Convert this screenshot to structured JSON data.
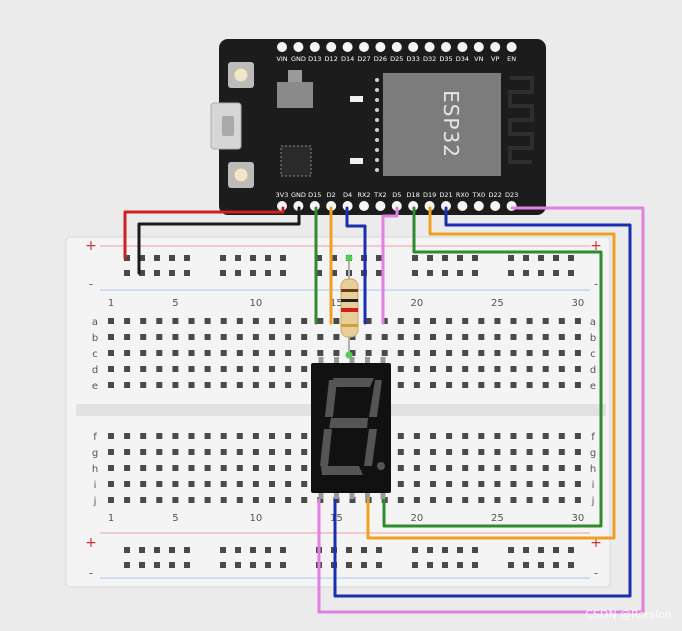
{
  "esp32": {
    "chip_label": "ESP32",
    "top_pins": [
      "VIN",
      "GND",
      "D13",
      "D12",
      "D14",
      "D27",
      "D26",
      "D25",
      "D33",
      "D32",
      "D35",
      "D34",
      "VN",
      "VP",
      "EN"
    ],
    "bottom_pins": [
      "3V3",
      "GND",
      "D15",
      "D2",
      "D4",
      "RX2",
      "TX2",
      "D5",
      "D18",
      "D19",
      "D21",
      "RX0",
      "TX0",
      "D22",
      "D23"
    ]
  },
  "breadboard": {
    "row_letters_top": [
      "a",
      "b",
      "c",
      "d",
      "e"
    ],
    "row_letters_bottom": [
      "f",
      "g",
      "h",
      "i",
      "j"
    ],
    "column_numbers": [
      "1",
      "5",
      "10",
      "15",
      "20",
      "25",
      "30"
    ],
    "plus_sign": "+",
    "minus_sign": "-"
  },
  "display": {
    "digit": "8"
  },
  "watermark": "CSDN @Rorsion",
  "colors": {
    "background": "#ebebeb",
    "board": "#1c1c1c",
    "breadboard": "#f4f4f4",
    "red_wire": "#cc2222",
    "black_wire": "#1a1a1a",
    "green_wire": "#2e8b2e",
    "orange_wire": "#f0a020",
    "blue_wire": "#1a2fb0",
    "pink_wire": "#e080e0"
  }
}
